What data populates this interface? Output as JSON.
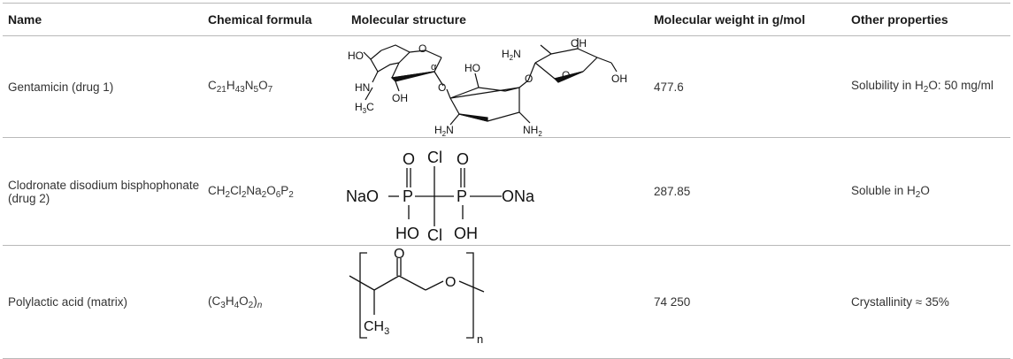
{
  "headers": {
    "name": "Name",
    "formula": "Chemical formula",
    "structure": "Molecular structure",
    "weight": "Molecular weight in g/mol",
    "properties": "Other properties"
  },
  "rows": [
    {
      "name": "Gentamicin (drug 1)",
      "formula": {
        "p1": "C",
        "s1": "21",
        "p2": "H",
        "s2": "43",
        "p3": "N",
        "s3": "5",
        "p4": "O",
        "s4": "7"
      },
      "weight": "477.6",
      "properties": {
        "pre": "Solubility in H",
        "sub": "2",
        "post": "O: 50 mg/ml"
      },
      "structure_labels": {
        "ho_left": "HO",
        "hn": "HN",
        "h3c": "H",
        "h3c_sub": "3",
        "c": "C",
        "oh_a": "OH",
        "o_ring_a": "O",
        "o_link_a": "O",
        "o_alpha": "α",
        "ho_mid": "HO",
        "h2n_bottom": "H",
        "h2n_bottom_sub": "2",
        "h2n_bottom_n": "N",
        "nh2_right": "NH",
        "nh2_right_sub": "2",
        "h2n_top": "H",
        "h2n_top_sub": "2",
        "h2n_top_n": "N",
        "oh_b": "OH",
        "o_ring_b": "O",
        "o_link_b": "O",
        "oh_c": "OH"
      }
    },
    {
      "name": "Clodronate disodium bisphophonate (drug 2)",
      "formula": {
        "p1": "CH",
        "s1": "2",
        "p2": "Cl",
        "s2": "2",
        "p3": "Na",
        "s3": "2",
        "p4": "O",
        "s4": "6",
        "p5": "P",
        "s5": "2"
      },
      "weight": "287.85",
      "properties": {
        "pre": "Soluble in H",
        "sub": "2",
        "post": "O"
      },
      "structure_labels": {
        "o1": "O",
        "o2": "O",
        "cl1": "Cl",
        "cl2": "Cl",
        "nao": "NaO",
        "ona": "ONa",
        "p1": "P",
        "p2": "P",
        "ho": "HO",
        "oh": "OH"
      }
    },
    {
      "name": "Polylactic acid (matrix)",
      "formula": {
        "p1": "(C",
        "s1": "3",
        "p2": "H",
        "s2": "4",
        "p3": "O",
        "s3": "2",
        "p4": ")",
        "p5": "n"
      },
      "weight": "74 250",
      "properties": {
        "text": "Crystallinity ≈ 35%"
      },
      "structure_labels": {
        "o_carbonyl": "O",
        "o_ester": "O",
        "ch": "CH",
        "ch_sub": "3",
        "n": "n"
      }
    }
  ]
}
